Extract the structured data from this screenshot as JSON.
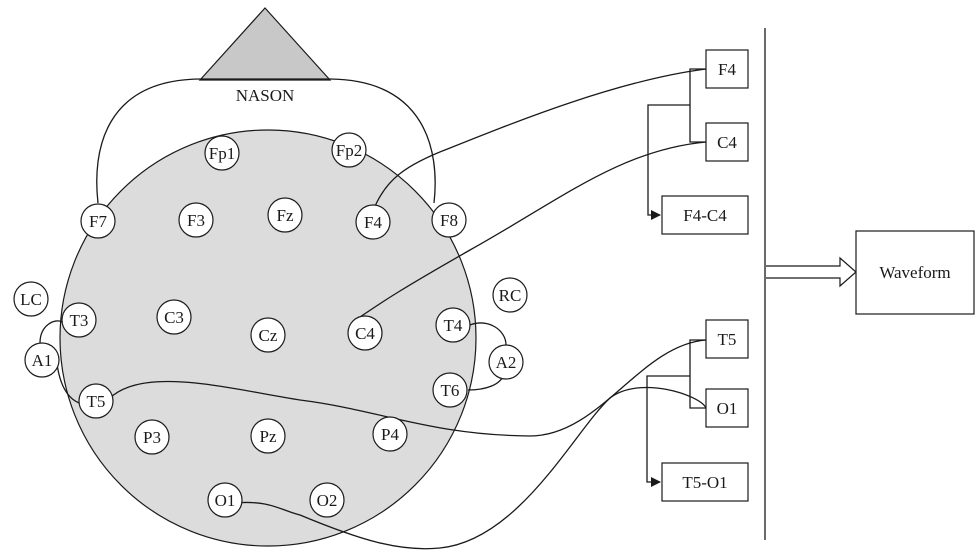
{
  "nason_label": "NASON",
  "electrodes": {
    "fp1": "Fp1",
    "fp2": "Fp2",
    "f7": "F7",
    "f3": "F3",
    "fz": "Fz",
    "f4": "F4",
    "f8": "F8",
    "lc": "LC",
    "rc": "RC",
    "t3": "T3",
    "c3": "C3",
    "cz": "Cz",
    "c4": "C4",
    "t4": "T4",
    "a1": "A1",
    "a2": "A2",
    "t5": "T5",
    "t6": "T6",
    "p3": "P3",
    "pz": "Pz",
    "p4": "P4",
    "o1": "O1",
    "o2": "O2"
  },
  "boxes": {
    "f4": "F4",
    "c4": "C4",
    "f4c4": "F4-C4",
    "t5": "T5",
    "o1": "O1",
    "t5o1": "T5-O1",
    "waveform": "Waveform"
  },
  "colors": {
    "head_fill": "#dcdcdc",
    "nose_fill": "#c8c8c8",
    "stroke": "#1a1a1a"
  }
}
